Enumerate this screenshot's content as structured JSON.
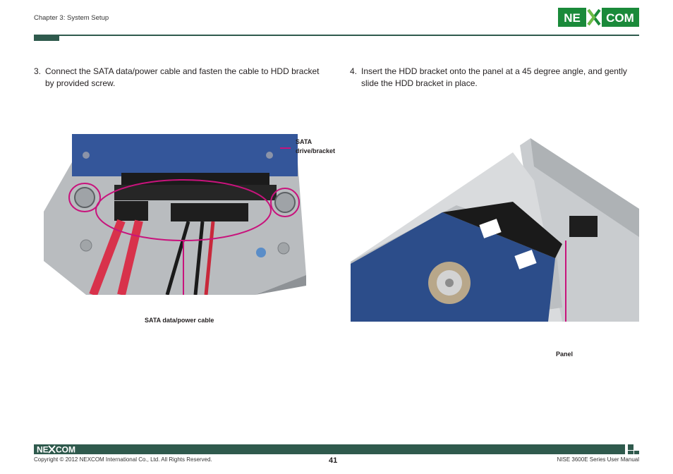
{
  "header": {
    "chapter": "Chapter 3: System Setup",
    "logo_text": "NEXCOM"
  },
  "steps": [
    {
      "number": "3.",
      "line1": "Connect the SATA data/power cable and fasten the cable to HDD bracket",
      "line2": "by provided screw."
    },
    {
      "number": "4.",
      "line1": "Insert the HDD bracket onto the panel at a 45 degree angle, and gently",
      "line2": "slide the HDD bracket in place."
    }
  ],
  "callouts": {
    "sata_drive_line1": "SATA",
    "sata_drive_line2": "drive/bracket",
    "sata_cable": "SATA data/power cable",
    "panel": "Panel"
  },
  "footer": {
    "logo_text": "NEXCOM",
    "copyright": "Copyright © 2012 NEXCOM International Co., Ltd. All Rights Reserved.",
    "page_number": "41",
    "manual": "NISE 3600E Series User Manual"
  },
  "colors": {
    "brand_green": "#2f5a4d",
    "logo_green": "#1a8a3a",
    "callout_magenta": "#c8137c"
  }
}
